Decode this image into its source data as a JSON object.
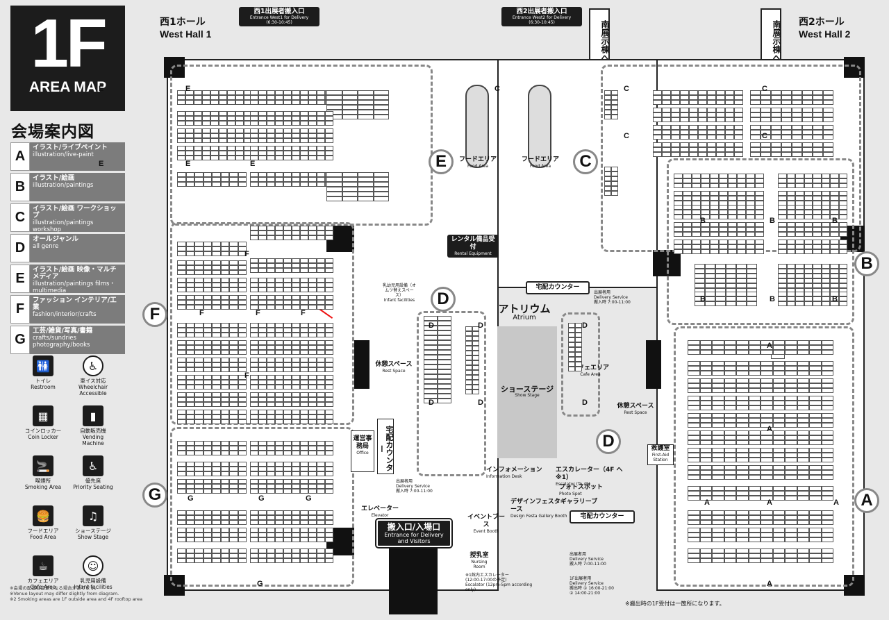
{
  "header": {
    "map_title": "1F",
    "map_subtitle": "AREA MAP",
    "jp_title": "会場案内図"
  },
  "legend": [
    {
      "letter": "A",
      "jp": "イラスト/ライブペイント",
      "en": "illustration/live-paint"
    },
    {
      "letter": "B",
      "jp": "イラスト/絵画",
      "en": "illustration/paintings"
    },
    {
      "letter": "C",
      "jp": "イラスト/絵画 ワークショップ",
      "en": "illustration/paintings workshop"
    },
    {
      "letter": "D",
      "jp": "オールジャンル",
      "en": "all genre"
    },
    {
      "letter": "E",
      "jp": "イラスト/絵画 映像・マルチメディア",
      "en": "illustration/paintings films・multimedia"
    },
    {
      "letter": "F",
      "jp": "ファッション インテリア/工業",
      "en": "fashion/interior/crafts"
    },
    {
      "letter": "G",
      "jp": "工芸/雑貨/写真/書籍",
      "en": "crafts/sundries photography/books"
    }
  ],
  "facilities": [
    {
      "icon": "restroom-icon",
      "glyph": "🚻",
      "jp": "トイレ",
      "en": "Restroom"
    },
    {
      "icon": "wheelchair-icon",
      "glyph": "♿",
      "jp": "車イス対応",
      "en": "Wheelchair Accessible"
    },
    {
      "icon": "coin-locker-icon",
      "glyph": "▦",
      "jp": "コインロッカー",
      "en": "Coin Locker"
    },
    {
      "icon": "vending-icon",
      "glyph": "▮",
      "jp": "自動販売機",
      "en": "Vending Machine"
    },
    {
      "icon": "smoking-icon",
      "glyph": "🚬",
      "jp": "喫煙所",
      "en": "Smoking Area"
    },
    {
      "icon": "priority-seat-icon",
      "glyph": "♿",
      "jp": "優先席",
      "en": "Priority Seating"
    },
    {
      "icon": "food-icon",
      "glyph": "🍔",
      "jp": "フードエリア",
      "en": "Food Area"
    },
    {
      "icon": "show-icon",
      "glyph": "♫",
      "jp": "ショーステージ",
      "en": "Show Stage"
    },
    {
      "icon": "cafe-icon",
      "glyph": "☕",
      "jp": "カフェエリア",
      "en": "Cafe Area"
    },
    {
      "icon": "infant-icon",
      "glyph": "☺",
      "jp": "乳児用設備",
      "en": "Infant facilities"
    }
  ],
  "notes": [
    "※会場の配置は変更となる場合があります。",
    "※Venue layout may differ slightly from diagram.",
    "※2 Smoking areas are 1F outside area and 4F rooftop area"
  ],
  "halls": {
    "west1_jp": "西1ホール",
    "west1_en": "West Hall 1",
    "west2_jp": "西2ホール",
    "west2_en": "West Hall 2",
    "south_jp": "南展示棟へ"
  },
  "entrances": {
    "west1_jp": "西1出展者搬入口",
    "west1_en": "Entrance West1 for Delivery",
    "west1_time": "(6:30-10:45)",
    "west2_jp": "西2出展者搬入口",
    "west2_en": "Entrance West2 for Delivery",
    "west2_time": "(6:30-10:45)",
    "main_jp": "搬入口/入場口",
    "main_en": "Entrance for Delivery and Visitors"
  },
  "zones": [
    "A",
    "B",
    "C",
    "D",
    "E",
    "F",
    "G"
  ],
  "places": {
    "food_jp": "フードエリア",
    "food_en": "Food Area",
    "rental_jp": "レンタル備品受付",
    "rental_en": "Rental Equipment",
    "atrium_jp": "アトリウム",
    "atrium_en": "Atrium",
    "stage_jp": "ショーステージ",
    "stage_en": "Show Stage",
    "cafe_jp": "カフェエリア",
    "cafe_en": "Cafe Area",
    "rest_jp": "休憩スペース",
    "rest_en": "Rest Space",
    "office_jp": "運営事務局",
    "office_en": "Office",
    "delivery_jp": "宅配カウンター",
    "info_jp": "インフォメーション",
    "info_en": "Information Desk",
    "escalator_jp": "エスカレーター（4F へ※1）",
    "escalator_en": "Escalator (To 4F)",
    "photo_jp": "フォトスポット",
    "photo_en": "Photo Spot",
    "gallery_jp": "デザインフェスタギャラリーブース",
    "gallery_en": "Design Festa Gallery Booth",
    "event_jp": "イベントブース",
    "event_en": "Event Booth",
    "elevator_jp": "エレベーター",
    "elevator_en": "Elevator",
    "firstaid_jp": "救護室",
    "firstaid_en": "First-Aid Station",
    "nursing_jp": "授乳室",
    "nursing_en": "Nursing Room",
    "infant_jp": "乳幼児用設備（オムツ替えスペース）",
    "infant_en": "Infant facilities"
  },
  "delivery_service": {
    "cde_label": "出展者用",
    "cde_en": "Delivery Service",
    "cde_time": "搬入時 7:00-11:00",
    "fg_label": "出展者用",
    "fg_en": "Delivery Service",
    "fg_time": "搬入時 7:00-11:00",
    "ab_label": "出展者用",
    "ab_en": "Delivery Service",
    "ab_time": "搬入時 7:00-11:00",
    "all_label": "1F出展者用",
    "all_en": "Delivery Service",
    "all_time1": "搬出時 ① 16:00-21:00",
    "all_time2": "② 14:00-21:00",
    "note": "※搬出時の1F受付は一箇所になります。"
  },
  "escalator_note": {
    "jp": "※1館内エスカレーター",
    "time": "(12:00-17:00の予定)",
    "en": "Escalator (12pm-5pm according only)"
  }
}
